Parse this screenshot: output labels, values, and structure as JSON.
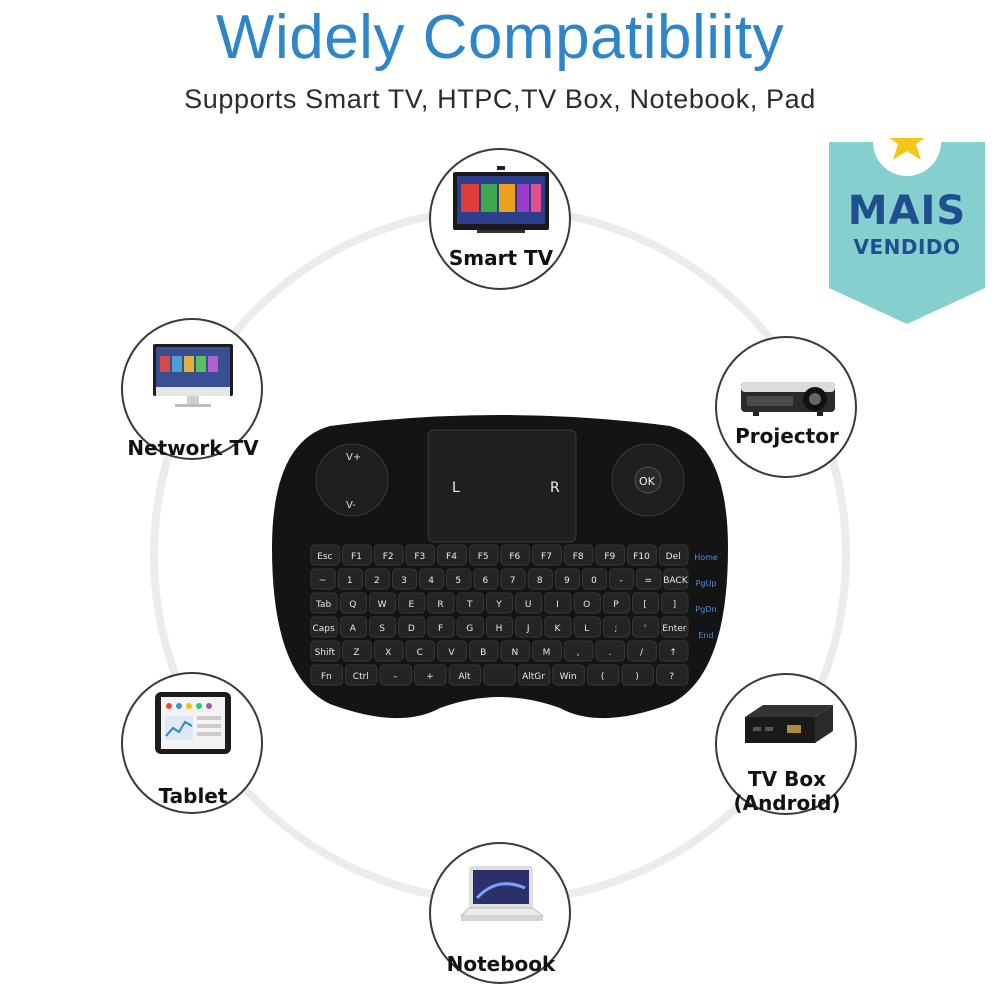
{
  "header": {
    "title": "Widely Compatibliity",
    "subtitle": "Supports Smart TV, HTPC,TV Box, Notebook, Pad"
  },
  "badge": {
    "line1": "MAIS",
    "line2": "VENDIDO",
    "star_color": "#f5c518",
    "color": "#86cfcf"
  },
  "devices": {
    "smart_tv": {
      "label": "Smart TV",
      "icon": "smart-tv-icon"
    },
    "network_tv": {
      "label": "Network TV",
      "icon": "monitor-icon"
    },
    "projector": {
      "label": "Projector",
      "icon": "projector-icon"
    },
    "tablet": {
      "label": "Tablet",
      "icon": "tablet-icon"
    },
    "tv_box": {
      "label_line1": "TV Box",
      "label_line2": "(Android)",
      "icon": "tv-box-icon"
    },
    "notebook": {
      "label": "Notebook",
      "icon": "laptop-icon"
    }
  },
  "keyboard": {
    "touchpad_left": "L",
    "touchpad_right": "R",
    "ok_label": "OK",
    "vol_up": "V+",
    "vol_down": "V-",
    "rows": [
      [
        "Esc",
        "F1",
        "F2",
        "F3",
        "F4",
        "F5",
        "F6",
        "F7",
        "F8",
        "F9",
        "F10",
        "Del"
      ],
      [
        "~",
        "1",
        "2",
        "3",
        "4",
        "5",
        "6",
        "7",
        "8",
        "9",
        "0",
        "-",
        "=",
        "BACK"
      ],
      [
        "Tab",
        "Q",
        "W",
        "E",
        "R",
        "T",
        "Y",
        "U",
        "I",
        "O",
        "P",
        "[",
        "]"
      ],
      [
        "Caps",
        "A",
        "S",
        "D",
        "F",
        "G",
        "H",
        "J",
        "K",
        "L",
        ";",
        "'",
        "Enter"
      ],
      [
        "Shift",
        "Z",
        "X",
        "C",
        "V",
        "B",
        "N",
        "M",
        ",",
        ".",
        "/",
        "↑"
      ],
      [
        "Fn",
        "Ctrl",
        "–",
        "+",
        "Alt",
        "",
        "AltGr",
        "Win",
        "(",
        ")",
        "?"
      ]
    ],
    "side_keys": [
      "Home",
      "PgUp",
      "PgDn",
      "End"
    ]
  }
}
